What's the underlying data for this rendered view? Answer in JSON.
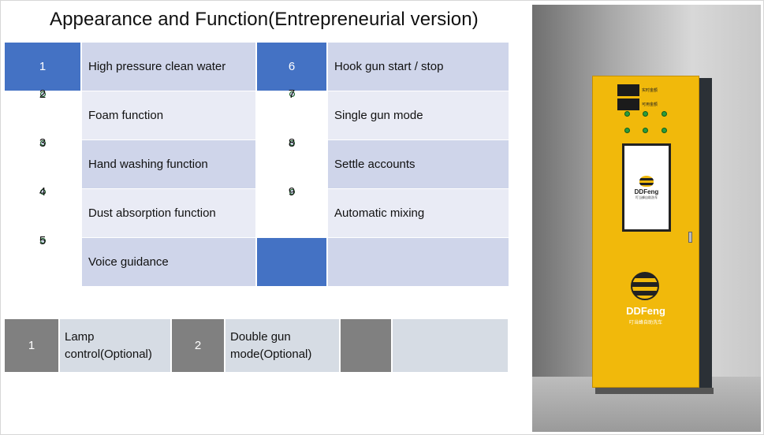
{
  "title": "Appearance and Function(Entrepreneurial version)",
  "features": [
    {
      "num": "1",
      "label": "High pressure clean water"
    },
    {
      "num": "2",
      "label": "Foam function"
    },
    {
      "num": "3",
      "label": "Hand washing function"
    },
    {
      "num": "4",
      "label": "Dust  absorption function"
    },
    {
      "num": "5",
      "label": "Voice guidance"
    },
    {
      "num": "6",
      "label": "Hook gun start / stop"
    },
    {
      "num": "7",
      "label": "Single gun mode"
    },
    {
      "num": "8",
      "label": "Settle accounts"
    },
    {
      "num": "9",
      "label": "Automatic mixing"
    },
    {
      "num": "",
      "label": ""
    }
  ],
  "optional": [
    {
      "num": "1",
      "label": "Lamp control(Optional)"
    },
    {
      "num": "2",
      "label": "Double gun mode(Optional)"
    },
    {
      "num": "",
      "label": ""
    }
  ],
  "machine": {
    "brand": "DDFeng",
    "brand_sub": "叮当蜂自助洗车",
    "display_1": "实时金额",
    "display_2": "可用金额"
  },
  "colors": {
    "accent": "#4472c4",
    "light_cell": "#cfd5ea",
    "alt_cell": "#e9ebf5",
    "gray_num": "#808080",
    "machine_yellow": "#f1b90b"
  }
}
